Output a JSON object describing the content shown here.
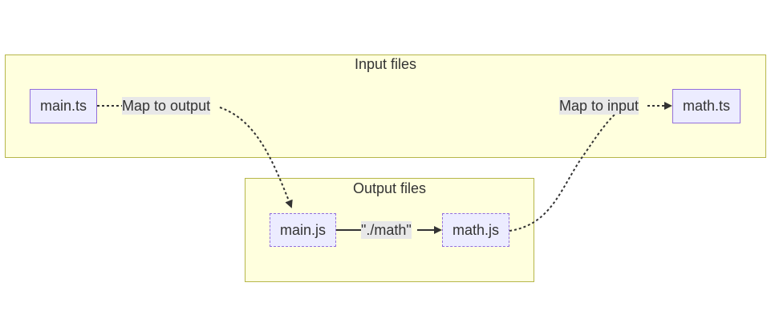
{
  "clusters": {
    "input": {
      "title": "Input files"
    },
    "output": {
      "title": "Output files"
    }
  },
  "nodes": {
    "main_ts": "main.ts",
    "math_ts": "math.ts",
    "main_js": "main.js",
    "math_js": "math.js"
  },
  "edges": {
    "main_ts_to_main_js": {
      "label": "Map to output",
      "style": "dotted"
    },
    "math_js_to_math_ts": {
      "label": "Map to input",
      "style": "dotted"
    },
    "main_js_to_math_js": {
      "label": "\"./math\"",
      "style": "solid"
    }
  },
  "colors": {
    "cluster_fill": "#ffffde",
    "cluster_border": "#b6b64a",
    "node_fill": "#ececff",
    "node_border": "#9370db",
    "edge": "#333333",
    "label_bg": "#e8e8e8"
  }
}
